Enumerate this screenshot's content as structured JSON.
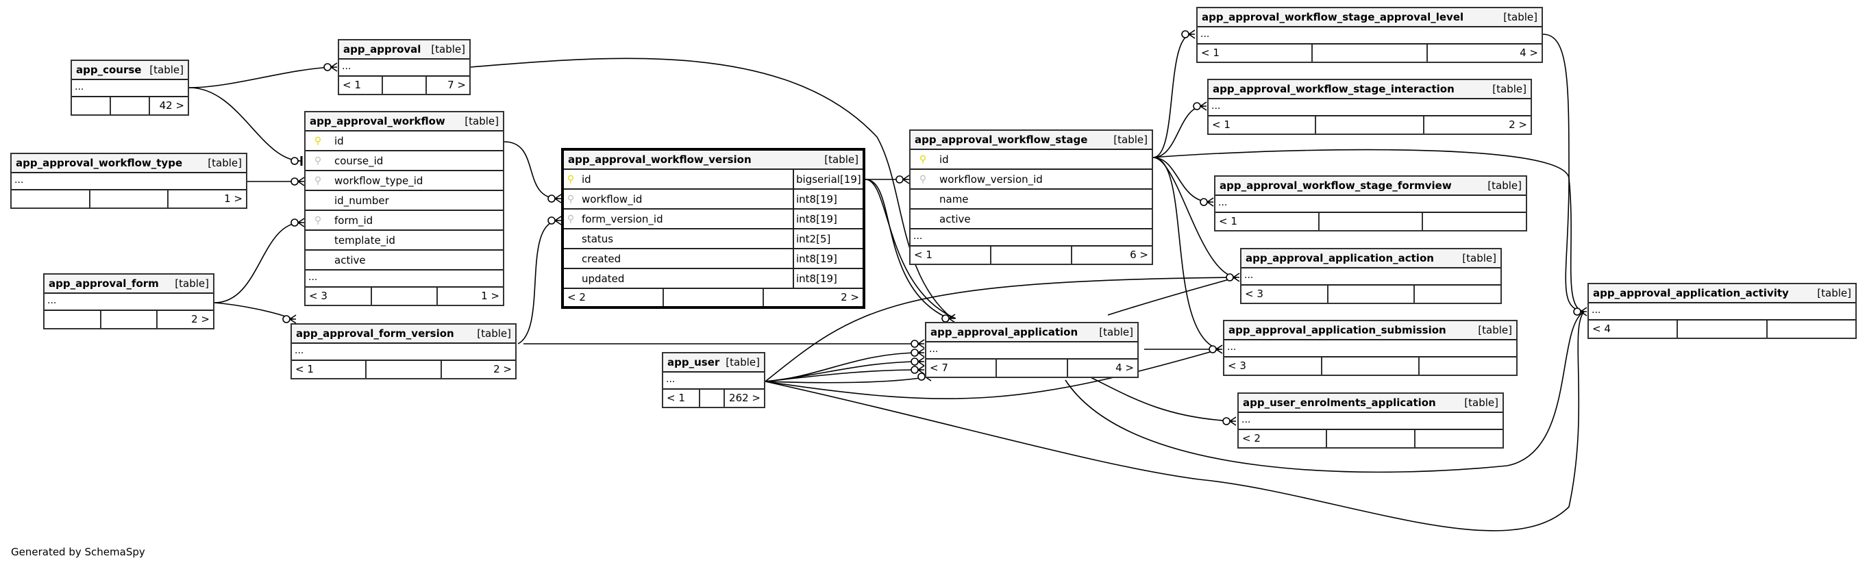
{
  "footer_credit": "Generated by SchemaSpy",
  "type_label": "[table]",
  "ellipsis": "...",
  "icons": {
    "primary_key": "key-icon-yellow",
    "foreign_key": "key-icon-gray"
  },
  "colors": {
    "primary_key": "#e6d600",
    "foreign_key": "#bbbbbb",
    "header_bg": "#f4f4f4",
    "border": "#333333"
  },
  "tables": {
    "app_course": {
      "name": "app_course",
      "parents": "",
      "children": "42 >"
    },
    "app_approval": {
      "name": "app_approval",
      "parents": "< 1",
      "children": "7 >"
    },
    "app_approval_workflow_type": {
      "name": "app_approval_workflow_type",
      "parents": "",
      "children": "1 >"
    },
    "app_approval_workflow": {
      "name": "app_approval_workflow",
      "parents": "< 3",
      "children": "1 >",
      "columns": [
        {
          "name": "id",
          "key": "pk"
        },
        {
          "name": "course_id",
          "key": "fk"
        },
        {
          "name": "workflow_type_id",
          "key": "fk"
        },
        {
          "name": "id_number",
          "key": ""
        },
        {
          "name": "form_id",
          "key": "fk"
        },
        {
          "name": "template_id",
          "key": ""
        },
        {
          "name": "active",
          "key": ""
        }
      ]
    },
    "app_approval_form": {
      "name": "app_approval_form",
      "parents": "",
      "children": "2 >"
    },
    "app_approval_form_version": {
      "name": "app_approval_form_version",
      "parents": "< 1",
      "children": "2 >"
    },
    "app_approval_workflow_version": {
      "name": "app_approval_workflow_version",
      "parents": "< 2",
      "children": "2 >",
      "columns": [
        {
          "name": "id",
          "key": "pk",
          "type": "bigserial[19]"
        },
        {
          "name": "workflow_id",
          "key": "fk",
          "type": "int8[19]"
        },
        {
          "name": "form_version_id",
          "key": "fk",
          "type": "int8[19]"
        },
        {
          "name": "status",
          "key": "",
          "type": "int2[5]"
        },
        {
          "name": "created",
          "key": "",
          "type": "int8[19]"
        },
        {
          "name": "updated",
          "key": "",
          "type": "int8[19]"
        }
      ]
    },
    "app_approval_workflow_stage": {
      "name": "app_approval_workflow_stage",
      "parents": "< 1",
      "children": "6 >",
      "columns": [
        {
          "name": "id",
          "key": "pk"
        },
        {
          "name": "workflow_version_id",
          "key": "fk"
        },
        {
          "name": "name",
          "key": ""
        },
        {
          "name": "active",
          "key": ""
        }
      ]
    },
    "app_user": {
      "name": "app_user",
      "parents": "< 1",
      "children": "262 >"
    },
    "app_approval_application": {
      "name": "app_approval_application",
      "parents": "< 7",
      "children": "4 >"
    },
    "app_approval_workflow_stage_approval_level": {
      "name": "app_approval_workflow_stage_approval_level",
      "parents": "< 1",
      "children": "4 >"
    },
    "app_approval_workflow_stage_interaction": {
      "name": "app_approval_workflow_stage_interaction",
      "parents": "< 1",
      "children": "2 >"
    },
    "app_approval_workflow_stage_formview": {
      "name": "app_approval_workflow_stage_formview",
      "parents": "< 1",
      "children": ""
    },
    "app_approval_application_action": {
      "name": "app_approval_application_action",
      "parents": "< 3",
      "children": ""
    },
    "app_approval_application_submission": {
      "name": "app_approval_application_submission",
      "parents": "< 3",
      "children": ""
    },
    "app_user_enrolments_application": {
      "name": "app_user_enrolments_application",
      "parents": "< 2",
      "children": ""
    },
    "app_approval_application_activity": {
      "name": "app_approval_application_activity",
      "parents": "< 4",
      "children": ""
    }
  },
  "relationships": [
    {
      "from": "app_course",
      "to": "app_approval",
      "cardinality": "zero-or-many"
    },
    {
      "from": "app_course",
      "to": "app_approval_workflow.course_id",
      "cardinality": "zero-or-one"
    },
    {
      "from": "app_approval_workflow_type",
      "to": "app_approval_workflow.workflow_type_id",
      "cardinality": "zero-or-many"
    },
    {
      "from": "app_approval_form",
      "to": "app_approval_workflow.form_id",
      "cardinality": "zero-or-many"
    },
    {
      "from": "app_approval_form",
      "to": "app_approval_form_version",
      "cardinality": "zero-or-many"
    },
    {
      "from": "app_approval_workflow.id",
      "to": "app_approval_workflow_version.workflow_id",
      "cardinality": "zero-or-many"
    },
    {
      "from": "app_approval_form_version",
      "to": "app_approval_workflow_version.form_version_id",
      "cardinality": "zero-or-many"
    },
    {
      "from": "app_approval_workflow_version.id",
      "to": "app_approval_workflow_stage.workflow_version_id",
      "cardinality": "zero-or-many"
    },
    {
      "from": "app_approval_workflow_version.id",
      "to": "app_approval_application",
      "cardinality": "zero-or-many"
    },
    {
      "from": "app_approval",
      "to": "app_approval_application",
      "cardinality": "zero-or-many"
    },
    {
      "from": "app_approval_form_version",
      "to": "app_approval_application",
      "cardinality": "zero-or-many"
    },
    {
      "from": "app_user",
      "to": "app_approval_application",
      "cardinality": "zero-or-many"
    },
    {
      "from": "app_approval_workflow_stage.id",
      "to": "app_approval_workflow_stage_approval_level",
      "cardinality": "zero-or-many"
    },
    {
      "from": "app_approval_workflow_stage.id",
      "to": "app_approval_workflow_stage_interaction",
      "cardinality": "zero-or-many"
    },
    {
      "from": "app_approval_workflow_stage.id",
      "to": "app_approval_workflow_stage_formview",
      "cardinality": "zero-or-many"
    },
    {
      "from": "app_approval_workflow_stage.id",
      "to": "app_approval_application_action",
      "cardinality": "zero-or-many"
    },
    {
      "from": "app_approval_workflow_stage.id",
      "to": "app_approval_application_submission",
      "cardinality": "zero-or-many"
    },
    {
      "from": "app_approval_workflow_stage.id",
      "to": "app_approval_application_activity",
      "cardinality": "zero-or-many"
    },
    {
      "from": "app_approval_application",
      "to": "app_approval_application_action",
      "cardinality": "zero-or-many"
    },
    {
      "from": "app_approval_application",
      "to": "app_approval_application_submission",
      "cardinality": "zero-or-many"
    },
    {
      "from": "app_approval_application",
      "to": "app_user_enrolments_application",
      "cardinality": "zero-or-many"
    },
    {
      "from": "app_approval_application",
      "to": "app_approval_application_activity",
      "cardinality": "zero-or-many"
    },
    {
      "from": "app_user",
      "to": "app_approval_application_action",
      "cardinality": "zero-or-many"
    },
    {
      "from": "app_user",
      "to": "app_approval_application_submission",
      "cardinality": "zero-or-many"
    },
    {
      "from": "app_user",
      "to": "app_approval_application_activity",
      "cardinality": "zero-or-many"
    },
    {
      "from": "app_approval_workflow_stage_approval_level",
      "to": "app_approval_application_activity",
      "cardinality": "zero-or-many"
    }
  ]
}
